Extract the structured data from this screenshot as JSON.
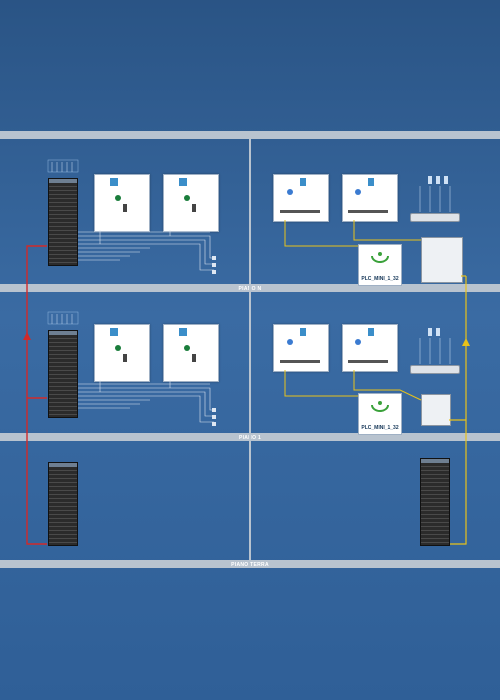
{
  "floors": {
    "top": "PIANO N",
    "middle": "PIANO 1",
    "ground": "PIANO TERRA"
  },
  "plc": {
    "label": "PLC_MINI_1_32",
    "logo_color": "#3aa13a"
  },
  "colors": {
    "background": "#2f5f97",
    "floor_bar": "#b8c3cf",
    "riser_red": "#d12a2a",
    "riser_yellow": "#e8c21a",
    "cable_white": "#dfe7f2"
  },
  "icons": [
    "server-rack-icon",
    "access-point-icon",
    "phone-icon",
    "camera-icon",
    "switch-icon",
    "plc-logo-icon"
  ]
}
